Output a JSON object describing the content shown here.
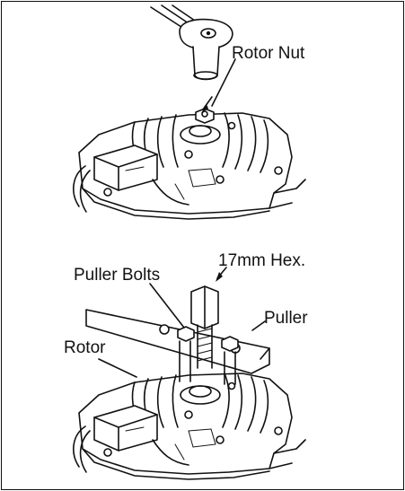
{
  "panel_top": {
    "labels": {
      "rotor_nut": "Rotor Nut"
    }
  },
  "panel_bottom": {
    "labels": {
      "puller_bolts": "Puller Bolts",
      "hex": "17mm Hex.",
      "puller": "Puller",
      "rotor": "Rotor"
    }
  }
}
